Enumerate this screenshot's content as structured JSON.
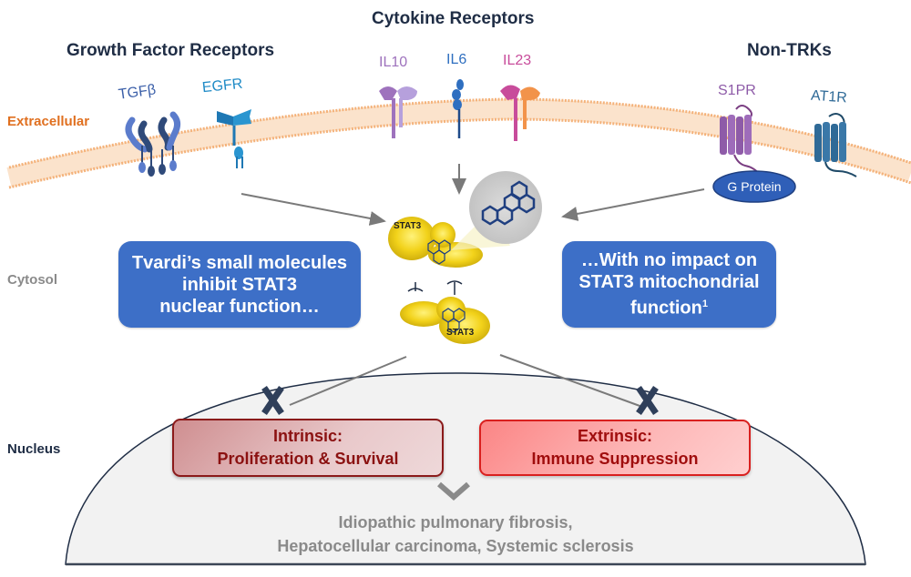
{
  "headings": {
    "growth_factor": "Growth Factor Receptors",
    "cytokine": "Cytokine Receptors",
    "non_trks": "Non-TRKs"
  },
  "compartments": {
    "extracellular": "Extracellular",
    "cytosol": "Cytosol",
    "nucleus": "Nucleus"
  },
  "receptors": {
    "tgfb": "TGFβ",
    "egfr": "EGFR",
    "il10": "IL10",
    "il6": "IL6",
    "il23": "IL23",
    "s1pr": "S1PR",
    "at1r": "AT1R",
    "g_protein": "G Protein"
  },
  "stat3": {
    "top_label": "STAT3",
    "bottom_label": "STAT3"
  },
  "callouts": {
    "left": [
      "Tvardi’s small molecules",
      "inhibit STAT3",
      "nuclear function…"
    ],
    "right_line1": "…With no impact on",
    "right_line2": "STAT3 mitochondrial",
    "right_line3": "function",
    "right_footnote": "1"
  },
  "nuclear_functions": {
    "intrinsic": [
      "Intrinsic:",
      "Proliferation & Survival"
    ],
    "extrinsic": [
      "Extrinsic:",
      "Immune Suppression"
    ]
  },
  "outcomes": [
    "Idiopathic pulmonary fibrosis,",
    "Hepatocellular carcinoma, Systemic sclerosis"
  ],
  "colors": {
    "heading": "#1f2d45",
    "extracellular": "#e07020",
    "cytosol": "#8a8a8a",
    "nucleus": "#1f2d45",
    "callout_blue": "#3d6fc7",
    "membrane": "#f4b27a",
    "stat3_yellow": "#f2d21a",
    "block_x": "#2f3f5a"
  }
}
